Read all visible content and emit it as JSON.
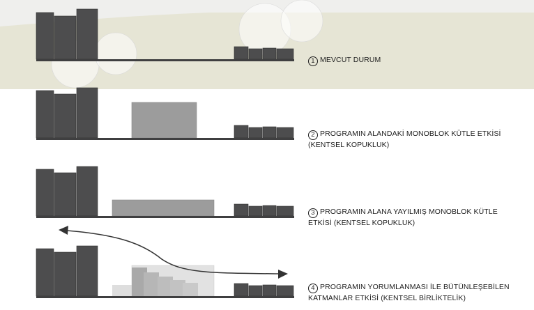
{
  "steps": [
    {
      "number": "1",
      "text": "MEVCUT DURUM"
    },
    {
      "number": "2",
      "text": "PROGRAMIN ALANDAKİ MONOBLOK KÜTLE ETKİSİ\n(KENTSEL KOPUKLUK)"
    },
    {
      "number": "3",
      "text": "PROGRAMIN ALANA YAYILMIŞ MONOBLOK KÜTLE\nETKİSİ (KENTSEL KOPUKLUK)"
    },
    {
      "number": "4",
      "text": "PROGRAMIN YORUMLANMASI İLE BÜTÜNLEŞEBİLEN\nKATMANLAR ETKİSİ (KENTSEL BİRLİKTELİK)"
    }
  ],
  "colors": {
    "building_dark": "#4d4d4e",
    "ground": "#3f3f40",
    "proposal_mass": "#9c9c9c",
    "layer_light": "#dedede",
    "layer_mid": "#bdbdbd",
    "terrain_band": "#e5e4d3",
    "arrow": "#333333"
  }
}
